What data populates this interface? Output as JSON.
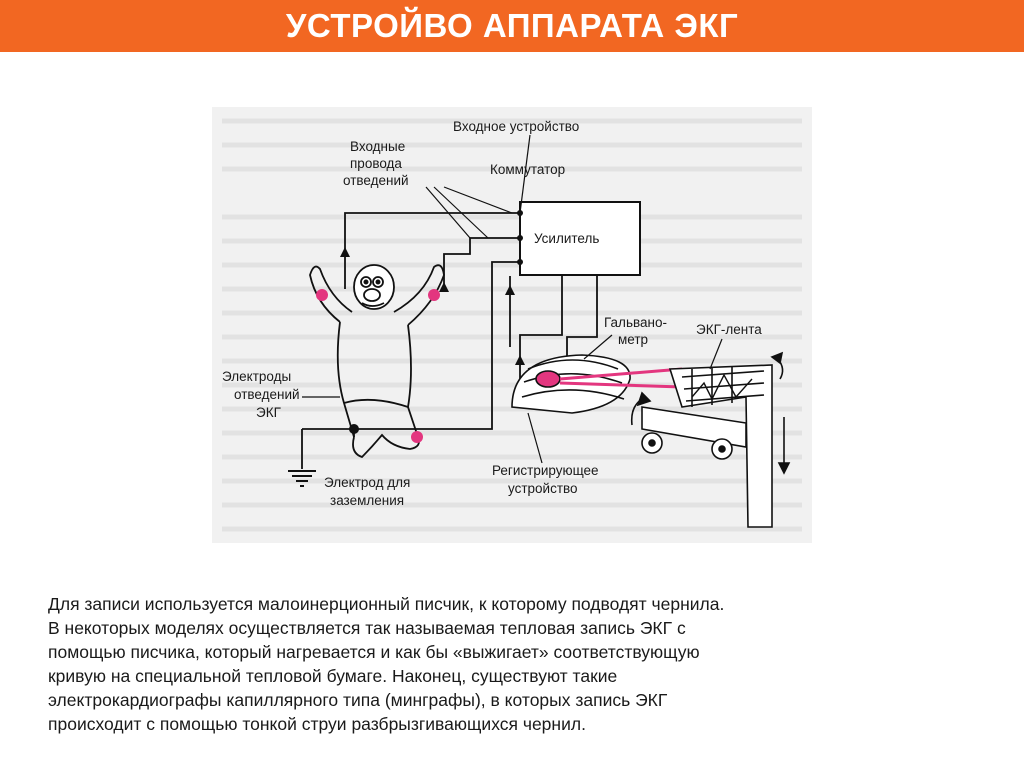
{
  "slide": {
    "title": "УСТРОЙВО АППАРАТА ЭКГ",
    "accent_color": "#f26722"
  },
  "diagram": {
    "labels": {
      "input_device": "Входное устройство",
      "input_wires_1": "Входные",
      "input_wires_2": "провода",
      "input_wires_3": "отведений",
      "commutator": "Коммутатор",
      "amplifier": "Усилитель",
      "galvanometer_1": "Гальвано-",
      "galvanometer_2": "метр",
      "ecg_tape": "ЭКГ-лента",
      "electrodes_1": "Электроды",
      "electrodes_2": "отведений",
      "electrodes_3": "ЭКГ",
      "recorder_1": "Регистрирующее",
      "recorder_2": "устройство",
      "ground_1": "Электрод для",
      "ground_2": "заземления"
    }
  },
  "caption": {
    "lines": [
      "Для записи используется малоинерционный писчик, к которому подводят чернила.",
      "В некоторых моделях осуществляется так называемая тепловая запись ЭКГ с",
      "помощью писчика, который нагревается и как бы «выжигает» соответствующую",
      "кривую на специальной тепловой бумаге. Наконец, существуют такие",
      "электрокардиографы капиллярного типа (минграфы), в которых запись ЭКГ",
      "происходит с помощью тонкой струи разбрызгивающихся чернил."
    ]
  }
}
